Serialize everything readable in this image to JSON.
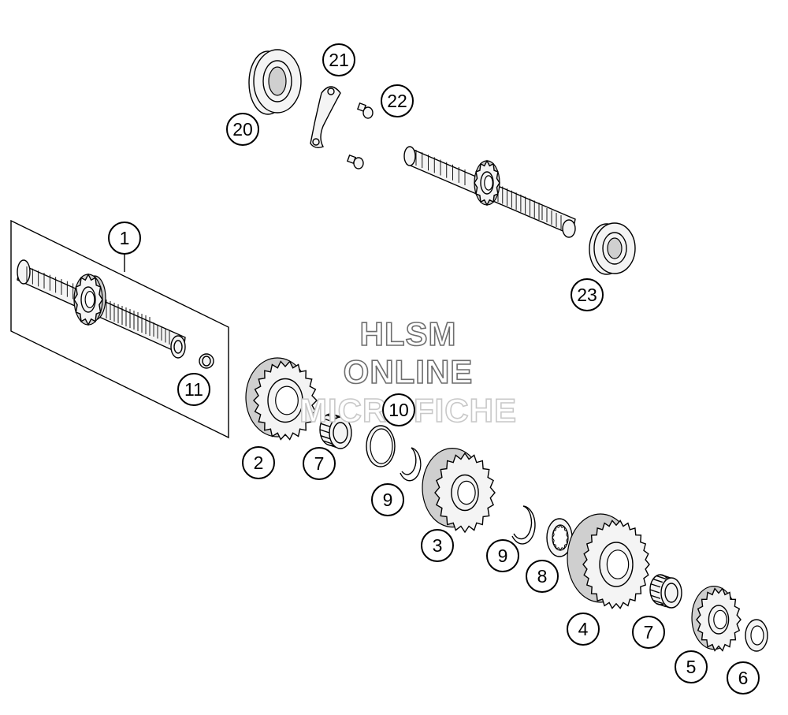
{
  "watermark": {
    "line1": "HLSM",
    "line2": "ONLINE",
    "line3": "MICROFICHE"
  },
  "callouts": [
    {
      "id": "c1",
      "label": "1"
    },
    {
      "id": "c2",
      "label": "2"
    },
    {
      "id": "c3",
      "label": "3"
    },
    {
      "id": "c4",
      "label": "4"
    },
    {
      "id": "c5",
      "label": "5"
    },
    {
      "id": "c6",
      "label": "6"
    },
    {
      "id": "c7a",
      "label": "7"
    },
    {
      "id": "c7b",
      "label": "7"
    },
    {
      "id": "c8",
      "label": "8"
    },
    {
      "id": "c9a",
      "label": "9"
    },
    {
      "id": "c9b",
      "label": "9"
    },
    {
      "id": "c10",
      "label": "10"
    },
    {
      "id": "c11",
      "label": "11"
    },
    {
      "id": "c20",
      "label": "20"
    },
    {
      "id": "c21",
      "label": "21"
    },
    {
      "id": "c22",
      "label": "22"
    },
    {
      "id": "c23",
      "label": "23"
    }
  ],
  "colors": {
    "line": "#000000",
    "background": "#ffffff",
    "watermark_outline": "#6e6e6e"
  }
}
